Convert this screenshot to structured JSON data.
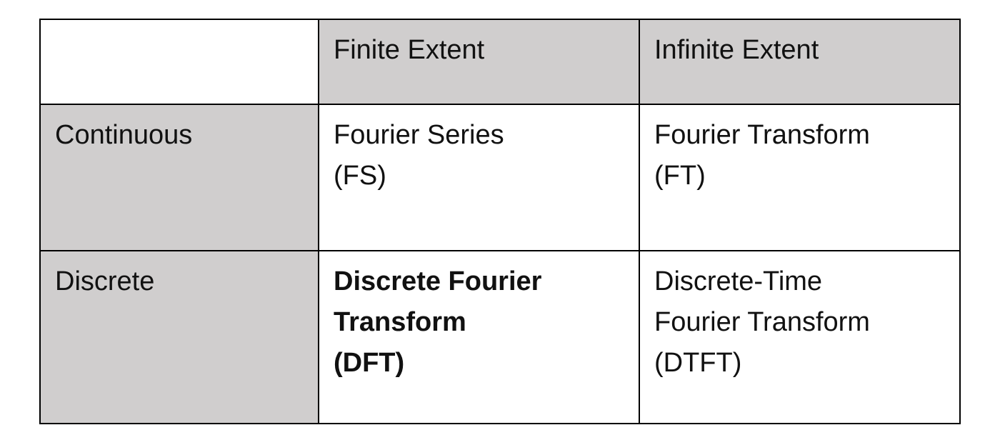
{
  "table": {
    "header": {
      "corner": "",
      "col1": "Finite Extent",
      "col2": "Infinite Extent"
    },
    "rows": [
      {
        "label": "Continuous",
        "finite": [
          "Fourier Series",
          "(FS)"
        ],
        "infinite": [
          "Fourier Transform",
          "(FT)"
        ]
      },
      {
        "label": "Discrete",
        "finite": [
          "Discrete Fourier",
          "Transform",
          "(DFT)"
        ],
        "infinite": [
          "Discrete-Time",
          "Fourier Transform",
          "(DTFT)"
        ]
      }
    ],
    "colors": {
      "shaded": "#d0cece",
      "border": "#000000",
      "background": "#ffffff"
    }
  }
}
